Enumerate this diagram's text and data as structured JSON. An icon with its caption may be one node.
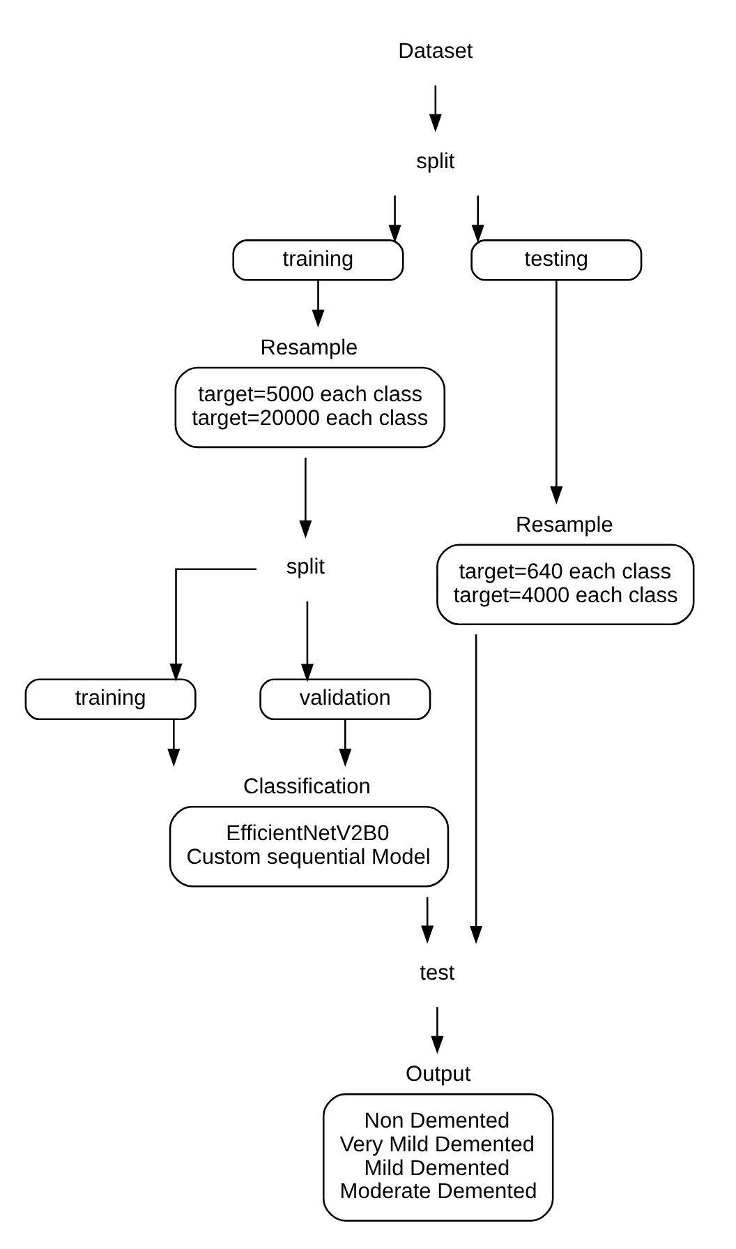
{
  "diagram": {
    "nodes": [
      {
        "text": [
          "Dataset"
        ]
      },
      {
        "text": [
          "split"
        ]
      },
      {
        "text": [
          "training"
        ]
      },
      {
        "text": [
          "testing"
        ]
      },
      {
        "text": [
          "Resample",
          "target=5000 each class",
          "target=20000 each class"
        ]
      },
      {
        "text": [
          "Resample",
          "target=640 each class",
          "target=4000 each class"
        ]
      },
      {
        "text": [
          "split"
        ]
      },
      {
        "text": [
          "training"
        ]
      },
      {
        "text": [
          "validation"
        ]
      },
      {
        "text": [
          "Classification",
          "EfficientNetV2B0",
          "Custom sequential Model"
        ]
      },
      {
        "text": [
          "test"
        ]
      },
      {
        "text": [
          "Output",
          "Non Demented",
          "Very Mild Demented",
          "Mild Demented",
          "Moderate Demented"
        ]
      }
    ],
    "edges": [
      {
        "from": 0,
        "to": 1,
        "arrow": "to"
      },
      {
        "from": 1,
        "to": 2,
        "arrow": "to"
      },
      {
        "from": 1,
        "to": 3,
        "arrow": "to"
      },
      {
        "from": 2,
        "to": 4,
        "arrow": "to"
      },
      {
        "from": 3,
        "to": 5,
        "arrow": "to"
      },
      {
        "from": 4,
        "to": 6,
        "arrow": "to"
      },
      {
        "from": 6,
        "to": 7,
        "arrow": "to"
      },
      {
        "from": 6,
        "to": 8,
        "arrow": "to"
      },
      {
        "from": 7,
        "to": 9,
        "arrow": "to"
      },
      {
        "from": 8,
        "to": 9,
        "arrow": "to"
      },
      {
        "from": 9,
        "to": 10,
        "arrow": "to"
      },
      {
        "from": 5,
        "to": 10,
        "arrow": "to"
      },
      {
        "from": 10,
        "to": 11,
        "arrow": "to"
      }
    ]
  }
}
